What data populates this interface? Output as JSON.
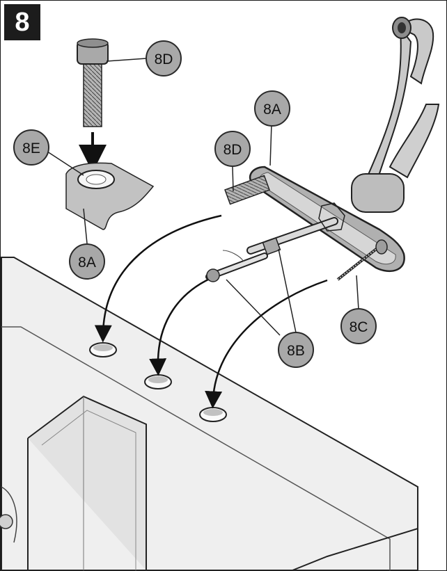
{
  "step": {
    "number": "8"
  },
  "callouts": {
    "d_top": "8D",
    "e": "8E",
    "a_inset": "8A",
    "a_main": "8A",
    "d_main": "8D",
    "b": "8B",
    "c": "8C"
  },
  "colors": {
    "callout_fill": "#a8a8a8",
    "callout_stroke": "#2a2a2a",
    "sink_fill": "#ececec",
    "metal_fill": "#bdbdbd",
    "line": "#222222",
    "step_badge": "#1c1c1c"
  }
}
